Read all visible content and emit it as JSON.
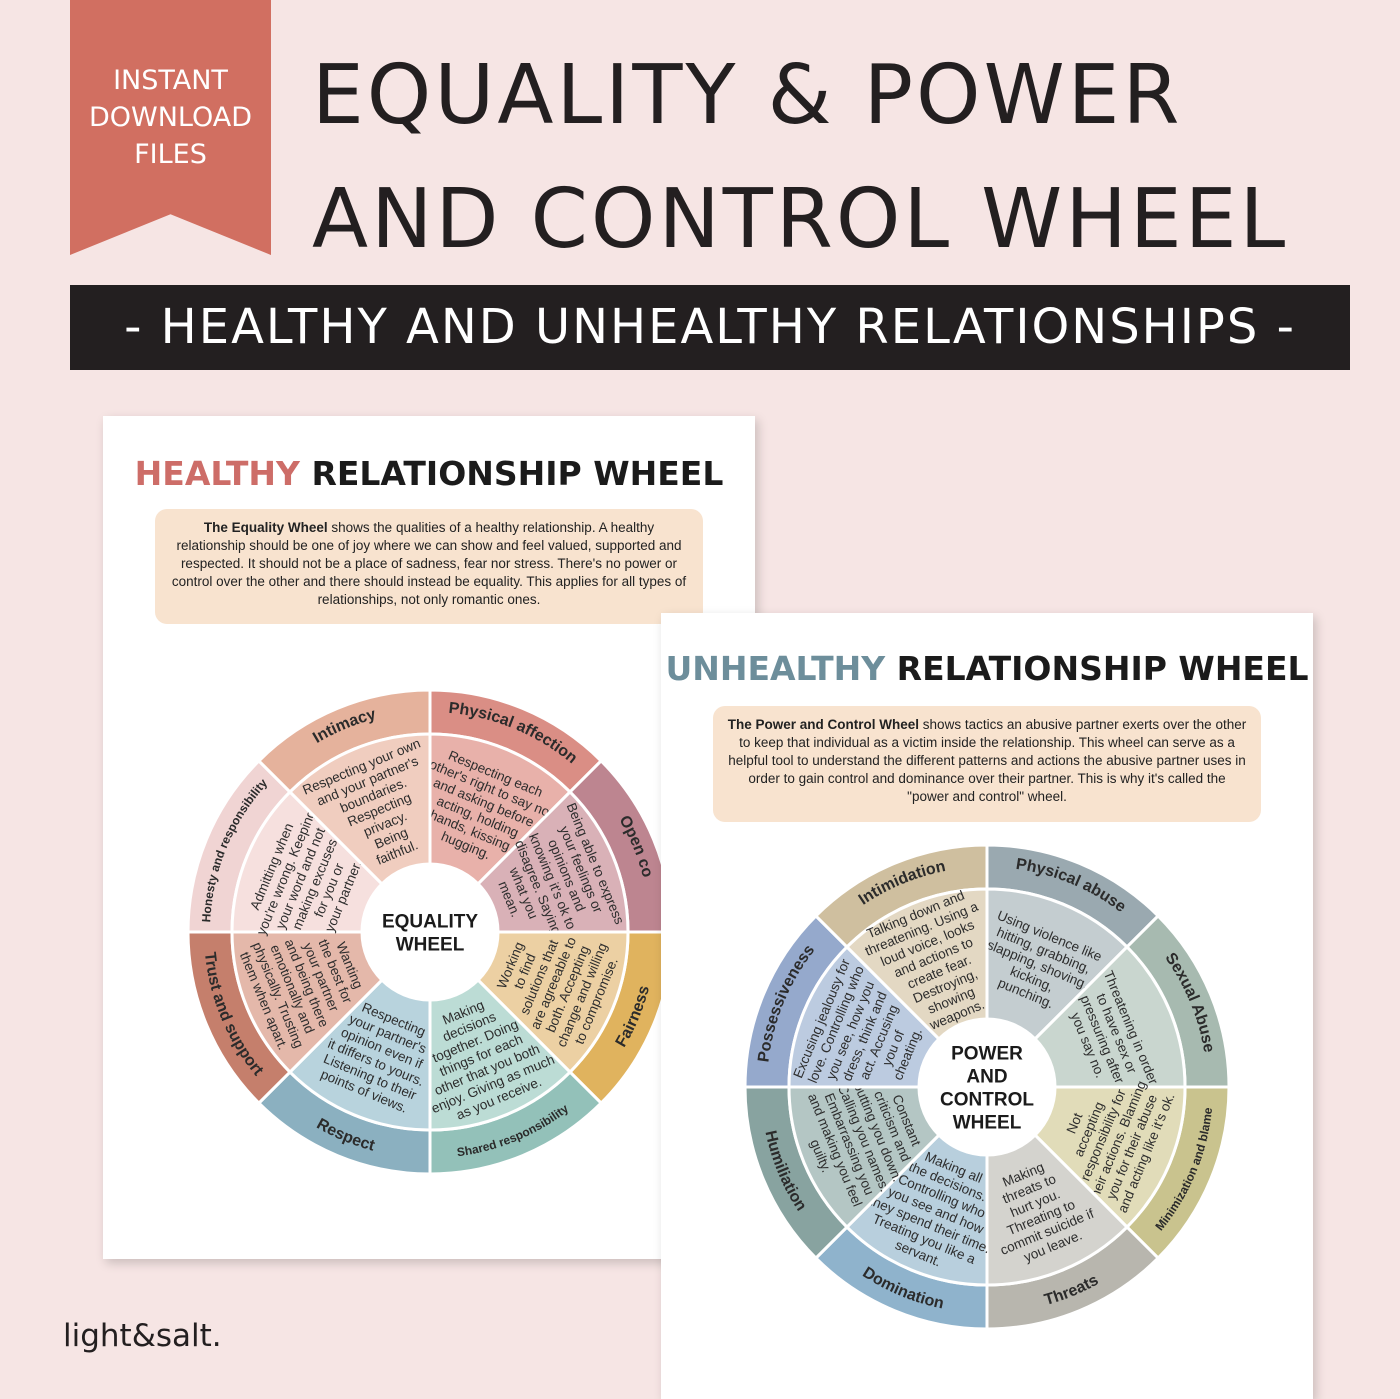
{
  "ribbon": {
    "lines": [
      "INSTANT",
      "DOWNLOAD",
      "FILES"
    ]
  },
  "header": {
    "title_line1": "EQUALITY & POWER",
    "title_line2": "AND CONTROL WHEEL",
    "subtitle": "- HEALTHY AND UNHEALTHY RELATIONSHIPS -"
  },
  "healthy": {
    "title_accent": "HEALTHY",
    "title_rest": "RELATIONSHIP WHEEL",
    "desc_bold": "The Equality Wheel",
    "desc_text": " shows the qualities of a healthy relationship. A healthy relationship should be one of joy where we can show and feel valued, supported and respected. It should not be a place of sadness, fear nor stress. There's no power or control over the other and there should instead be equality. This applies for all types of relationships, not only romantic ones.",
    "center_line1": "EQUALITY",
    "center_line2": "WHEEL",
    "segments": [
      {
        "label": "Physical affection",
        "outer": "#da8e85",
        "inner": "#e8b1aa",
        "text": [
          "Respecting each",
          "other's right to say no",
          "and asking before",
          "acting, holding",
          "hands, kissing,",
          "hugging."
        ]
      },
      {
        "label": "Open co",
        "outer": "#bd8590",
        "inner": "#d9b1b7",
        "text": [
          "Being able to express",
          "your feelings or",
          "opinions and",
          "knowing it's ok to",
          "disagree. Saying",
          "what you",
          "mean."
        ]
      },
      {
        "label": "Fairness",
        "outer": "#e0b35e",
        "inner": "#ecd0a3",
        "text": [
          "Working",
          "to find",
          "solutions that",
          "are agreeable to",
          "both. Accepting",
          "change and willing",
          "to compromise."
        ]
      },
      {
        "label": "Shared responsibility",
        "outer": "#93c1b9",
        "inner": "#bcdcd5",
        "text": [
          "Making",
          "decisions",
          "together. Doing",
          "things for each",
          "other that you both",
          "enjoy. Giving as much",
          "as you receive."
        ]
      },
      {
        "label": "Respect",
        "outer": "#8bb0c0",
        "inner": "#b8d3dd",
        "text": [
          "Respecting",
          "your partner's",
          "opinion even if",
          "it differs to yours.",
          "Listening to their",
          "points of views."
        ]
      },
      {
        "label": "Trust and support",
        "outer": "#c57f6c",
        "inner": "#e4b8aa",
        "text": [
          "Wanting",
          "the best for",
          "your partner",
          "and being there",
          "emotionally and",
          "physically. Trusting",
          "them when apart."
        ]
      },
      {
        "label": "Honesty and responsibility",
        "outer": "#f0d4d3",
        "inner": "#f6e0de",
        "text": [
          "Admitting when",
          "you're wrong. Keeping",
          "your word and not",
          "making excuses",
          "for you or",
          "your partner."
        ]
      },
      {
        "label": "Intimacy",
        "outer": "#e5b29c",
        "inner": "#f0cdbf",
        "text": [
          "Respecting your own",
          "and your partner's",
          "boundaries.",
          "Respecting",
          "privacy.",
          "Being",
          "faithful."
        ]
      }
    ]
  },
  "unhealthy": {
    "title_accent": "UNHEALTHY",
    "title_rest": "RELATIONSHIP WHEEL",
    "desc_bold": "The Power and Control Wheel",
    "desc_text": " shows tactics an abusive partner exerts over the other to keep that individual as a victim inside the relationship. This wheel can serve as a helpful tool to understand the different patterns and actions the abusive partner uses in order to gain control and dominance over their partner. This is why it's called  the \"power and control\" wheel.",
    "center_line1": "POWER",
    "center_line2": "AND",
    "center_line3": "CONTROL",
    "center_line4": "WHEEL",
    "segments": [
      {
        "label": "Physical abuse",
        "outer": "#9aa9b0",
        "inner": "#c4cdd0",
        "text": [
          "Using violence like",
          "hitting, grabbing,",
          "slapping, shoving,",
          "kicking,",
          "punching."
        ]
      },
      {
        "label": "Sexual Abuse",
        "outer": "#a7bab0",
        "inner": "#c9d6cf",
        "text": [
          "Threatening in order",
          "to have sex or",
          "pressuring after",
          "you say no."
        ]
      },
      {
        "label": "Minimization and blame",
        "outer": "#c9c38e",
        "inner": "#e1dcb9",
        "text": [
          "Not",
          "accepting",
          "responsibility for",
          "their actions. Blaming",
          "you for their abuse",
          "and acting like it's ok."
        ]
      },
      {
        "label": "Threats",
        "outer": "#b8b6ae",
        "inner": "#d4d3ce",
        "text": [
          "Making",
          "threats to",
          "hurt you.",
          "Threating to",
          "commit suicide if",
          "you leave."
        ]
      },
      {
        "label": "Domination",
        "outer": "#8fb3cc",
        "inner": "#b8cfdd",
        "text": [
          "Making all",
          "the decisions.",
          "Controlling who",
          "you see and how",
          "they spend their time.",
          "Treating you like a",
          "servant."
        ]
      },
      {
        "label": "Humiliation",
        "outer": "#88a3a0",
        "inner": "#b4c6c4",
        "text": [
          "Constant",
          "criticism and",
          "putting you down.",
          "Calling you names.",
          "Embarrassing you",
          "and making you feel",
          "guilty."
        ]
      },
      {
        "label": "Possessiveness",
        "outer": "#95a9cc",
        "inner": "#bccbe0",
        "text": [
          "Excusing jealousy for",
          "love. Controlling who",
          "you see, how you",
          "dress, think and",
          "act. Accusing",
          "you of",
          "cheating."
        ]
      },
      {
        "label": "Intimidation",
        "outer": "#cfbf9f",
        "inner": "#e3d8c3",
        "text": [
          "Talking down and",
          "threatening. Using a",
          "loud voice, looks",
          "and actions to",
          "create fear.",
          "Destroying,",
          "showing",
          "weapons."
        ]
      }
    ]
  },
  "logo": "light&salt."
}
